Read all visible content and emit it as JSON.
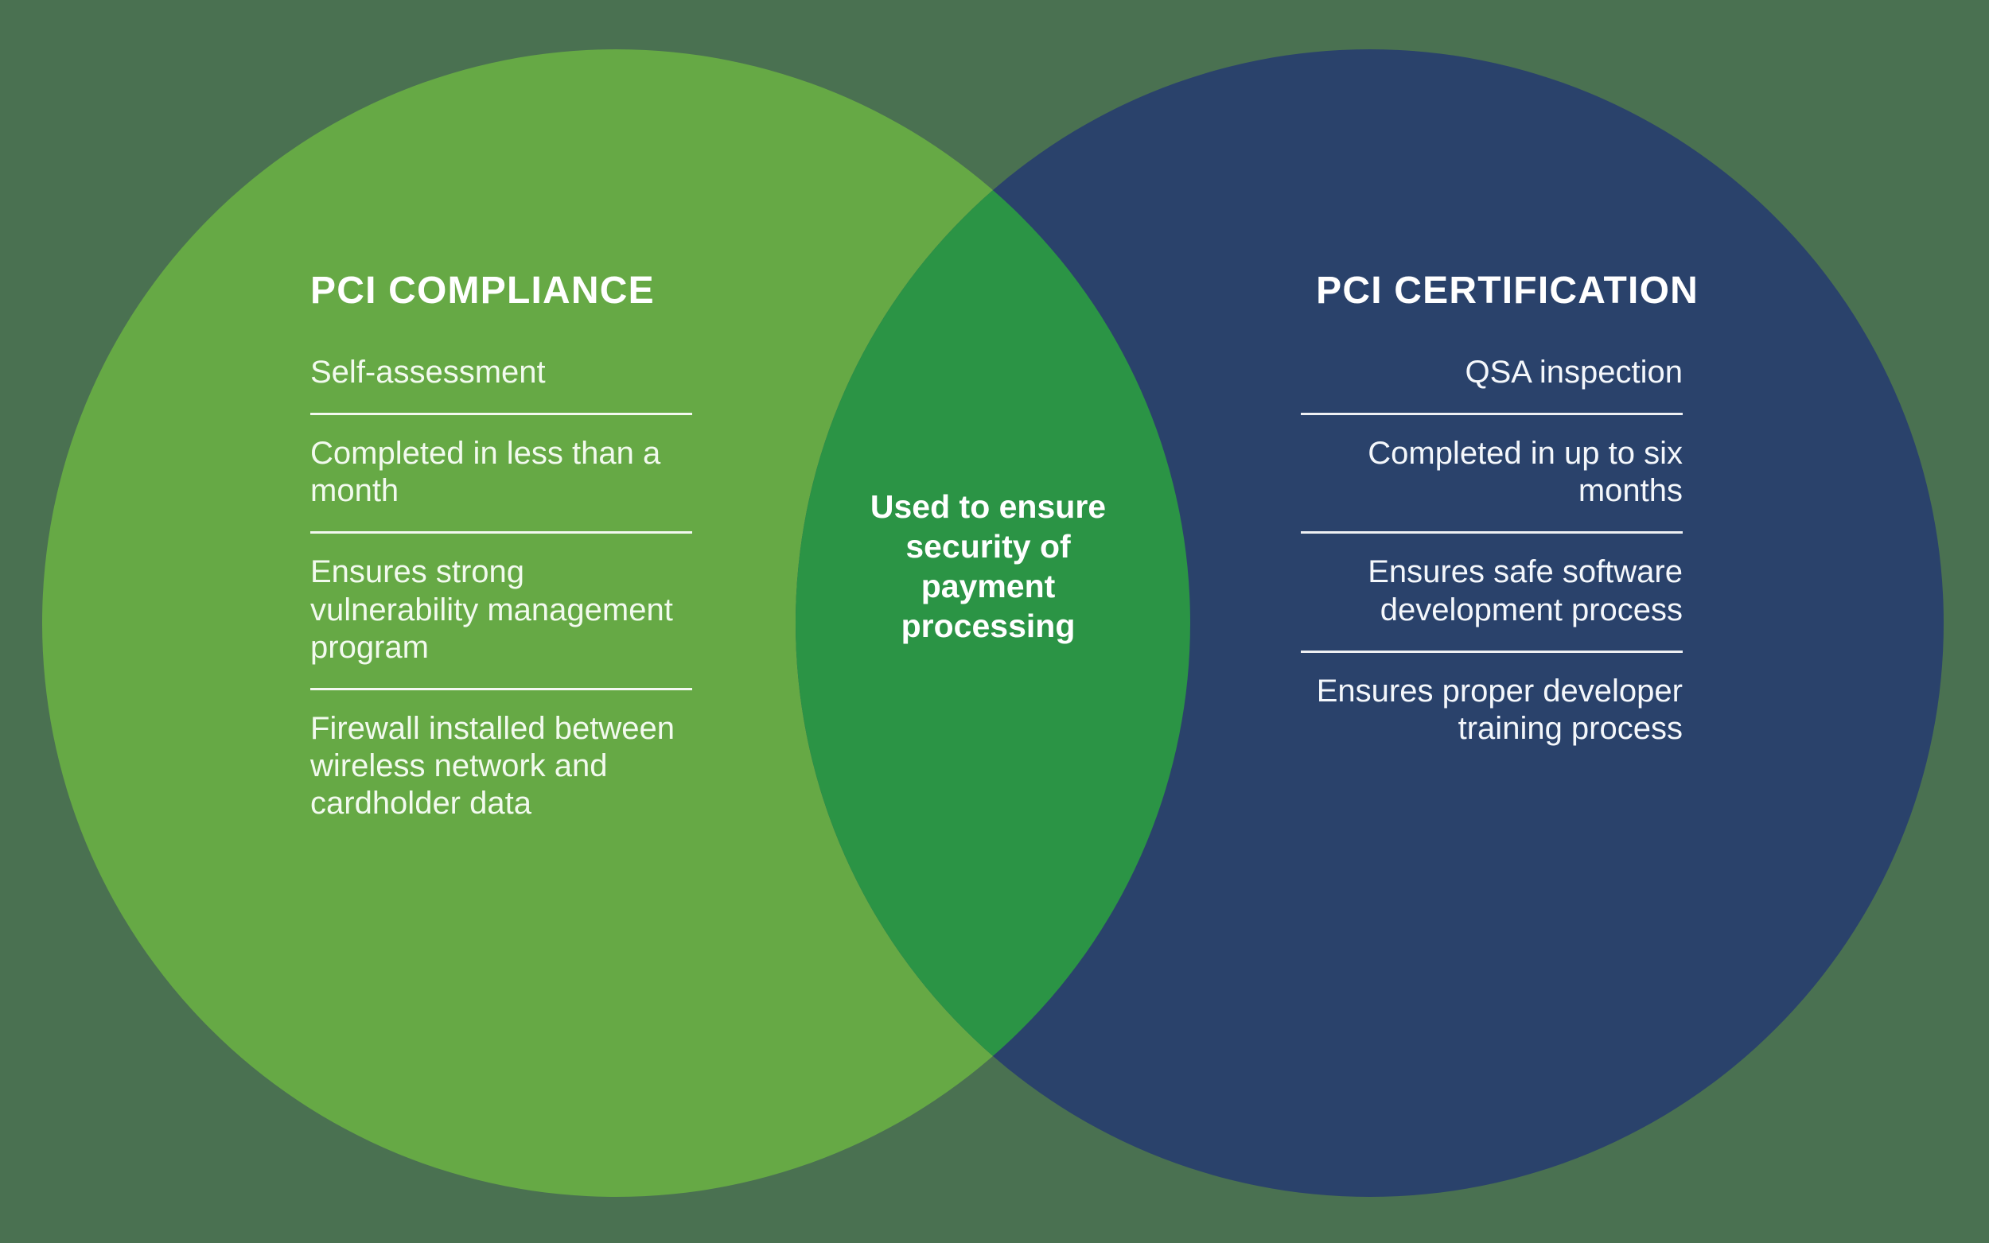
{
  "diagram": {
    "type": "venn",
    "background_color": "#4a7151",
    "left": {
      "title": "PCI COMPLIANCE",
      "fill_color": "#66a945",
      "text_color": "#f2faee",
      "items": [
        "Self-assessment",
        "Completed in less than a month",
        "Ensures strong vulnerability management program",
        "Firewall installed between wireless network and cardholder data"
      ]
    },
    "right": {
      "title": "PCI CERTIFICATION",
      "fill_color": "#2a426b",
      "text_color": "#f4f7fb",
      "items": [
        "QSA inspection",
        "Completed in up to six months",
        "Ensures safe software development process",
        "Ensures proper developer training process"
      ]
    },
    "overlap": {
      "text": "Used to ensure security of payment processing",
      "fill_color": "#2b9445",
      "text_color": "#ffffff"
    }
  }
}
